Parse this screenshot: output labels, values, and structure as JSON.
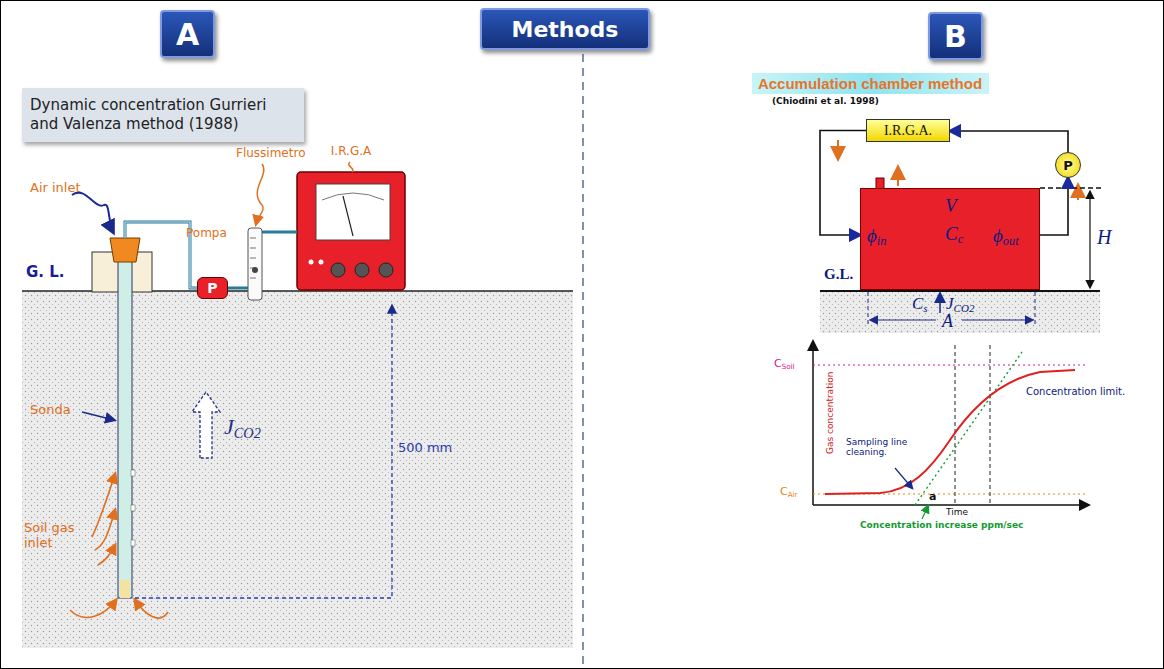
{
  "diagram": {
    "title": "Methods",
    "nodes": [
      {
        "text": [
          "A"
        ]
      },
      {
        "text": [
          "Methods"
        ]
      },
      {
        "text": [
          "B"
        ]
      },
      {
        "text": [
          "Dynamic concentration Gurrieri and Valenza method (1988)"
        ]
      },
      {
        "text": [
          "Accumulation chamber method"
        ]
      },
      {
        "text": [
          "P"
        ]
      },
      {
        "text": [
          "I.R.G.A"
        ]
      },
      {
        "text": [
          "I.R.G.A."
        ]
      },
      {
        "text": [
          "P"
        ]
      },
      {
        "text": [
          "ϕin",
          "V",
          "Cc",
          "ϕout"
        ]
      }
    ],
    "edges": [
      {
        "from": 5,
        "to": 6,
        "arrow": "none"
      },
      {
        "from": 9,
        "to": 8,
        "arrow": "to"
      },
      {
        "from": 8,
        "to": 7,
        "arrow": "to"
      },
      {
        "from": 7,
        "to": 9,
        "arrow": "to"
      }
    ],
    "labels": [
      "Air inlet",
      "Flussimetro",
      "Pompa",
      "G. L.",
      "Sonda",
      "500 mm",
      "JCO2",
      "Soil gas inlet",
      "(Chiodini et al. 1998)",
      "H",
      "G.L.",
      "Cs",
      "JCO2",
      "A",
      "CSoil",
      "CAir",
      "Gas concentration",
      "Time",
      "Concentration limit.",
      "Sampling line cleaning.",
      "a",
      "Concentration increase ppm/sec"
    ]
  }
}
